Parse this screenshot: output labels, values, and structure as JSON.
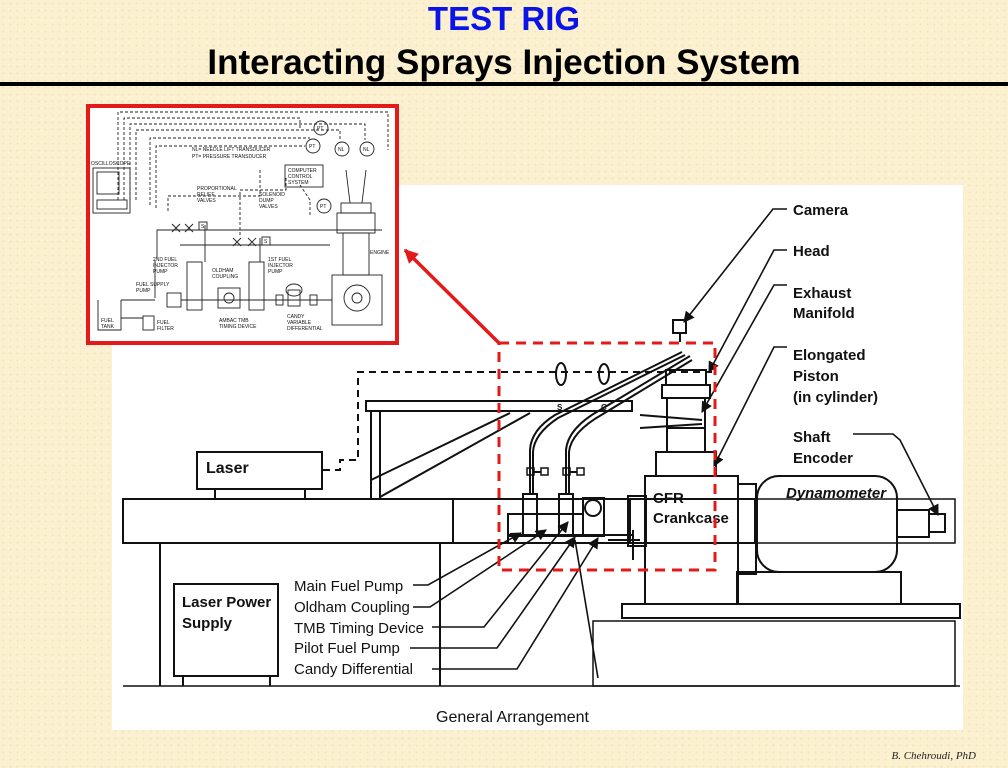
{
  "slide": {
    "title": "TEST RIG",
    "subtitle": "Interacting Sprays Injection System",
    "credit": "B. Chehroudi, PhD"
  },
  "arrangement": {
    "caption": "General Arrangement",
    "labels": {
      "camera": "Camera",
      "head": "Head",
      "exhaust_1": "Exhaust",
      "exhaust_2": "Manifold",
      "piston_1": "Elongated",
      "piston_2": "Piston",
      "piston_3": "(in  cylinder)",
      "shaft_1": "Shaft",
      "shaft_2": "Encoder",
      "dynamometer": "Dynamometer",
      "laser": "Laser",
      "power_1": "Laser  Power",
      "power_2": "Supply",
      "cfr_1": "CFR",
      "cfr_2": "Crankcase",
      "main_pump": "Main Fuel Pump",
      "oldham": "Oldham Coupling",
      "tmb": "TMB Timing Device",
      "pilot": "Pilot Fuel Pump",
      "candy": "Candy  Differential",
      "rail_s": "S",
      "rail_c": "C"
    }
  },
  "inset": {
    "legend_nl": "NL=  NEEDLE LIFT TRANSDUCER",
    "legend_pt": "PT=  PRESSURE TRANSDUCER",
    "oscilloscope": "OSCILLOSCOPE",
    "computer_1": "COMPUTER",
    "computer_2": "CONTROL",
    "computer_3": "SYSTEM",
    "relief_1": "PROPORTIONAL",
    "relief_2": "RELIEF",
    "relief_3": "VALVES",
    "dump_1": "SOLENOID",
    "dump_2": "DUMP",
    "dump_3": "VALVES",
    "engine": "ENGINE",
    "pump2_1": "2ND FUEL",
    "pump2_2": "INJECTOR",
    "pump2_3": "PUMP",
    "pump1_1": "1ST FUEL",
    "pump1_2": "INJECTOR",
    "pump1_3": "PUMP",
    "oldham_1": "OLDHAM",
    "oldham_2": "COUPLING",
    "supply_1": "FUEL SUPPLY",
    "supply_2": "PUMP",
    "tank_1": "FUEL",
    "tank_2": "TANK",
    "filter_1": "FUEL",
    "filter_2": "FILTER",
    "ambac_1": "AMBAC TMB",
    "ambac_2": "TIMING DEVICE",
    "candy_1": "CANDY",
    "candy_2": "VARIABLE",
    "candy_3": "DIFFERENTIAL",
    "pt": "PT",
    "nl": "NL",
    "s": "S"
  },
  "colors": {
    "title": "#0a14e6",
    "highlight": "#e41a1a",
    "background": "#fbf0cf"
  }
}
